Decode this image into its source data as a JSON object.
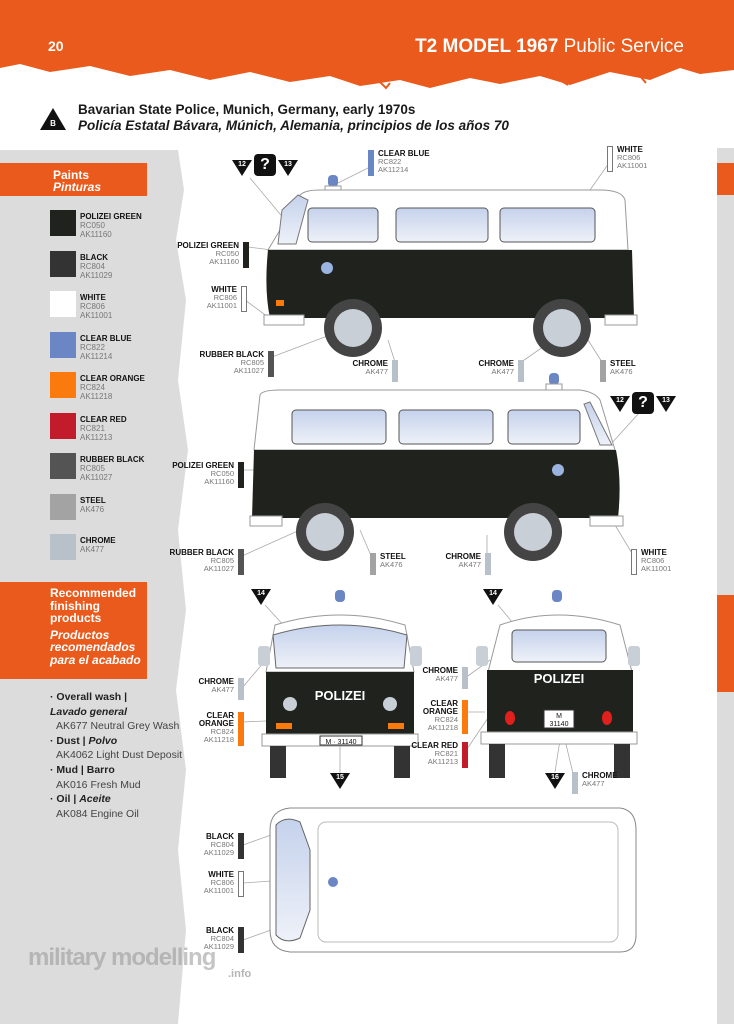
{
  "header": {
    "page_number": "20",
    "title_bold": "T2 MODEL 1967",
    "title_light": "Public Service",
    "accent": "#e95a1c"
  },
  "scheme": {
    "badge": "B",
    "title_en": "Bavarian State Police, Munich, Germany, early 1970s",
    "title_es": "Policía Estatal Bávara, Múnich, Alemania, principios de los años 70"
  },
  "paints": {
    "heading_en": "Paints",
    "heading_es": "Pinturas",
    "items": [
      {
        "name": "POLIZEI GREEN",
        "codes": [
          "RC050",
          "AK11160"
        ],
        "color": "#20231d"
      },
      {
        "name": "BLACK",
        "codes": [
          "RC804",
          "AK11029"
        ],
        "color": "#333333"
      },
      {
        "name": "WHITE",
        "codes": [
          "RC806",
          "AK11001"
        ],
        "color": "#ffffff"
      },
      {
        "name": "CLEAR BLUE",
        "codes": [
          "RC822",
          "AK11214"
        ],
        "color": "#6b86c4"
      },
      {
        "name": "CLEAR ORANGE",
        "codes": [
          "RC824",
          "AK11218"
        ],
        "color": "#fb7a0e"
      },
      {
        "name": "CLEAR RED",
        "codes": [
          "RC821",
          "AK11213"
        ],
        "color": "#c21b2c"
      },
      {
        "name": "RUBBER BLACK",
        "codes": [
          "RC805",
          "AK11027"
        ],
        "color": "#545454"
      },
      {
        "name": "STEEL",
        "codes": [
          "AK476"
        ],
        "color": "#a3a3a3"
      },
      {
        "name": "CHROME",
        "codes": [
          "AK477"
        ],
        "color": "#b8c1c9"
      }
    ]
  },
  "finishing": {
    "heading_en": [
      "Recommended",
      "finishing",
      "products"
    ],
    "heading_es": [
      "Productos",
      "recomendados",
      "para el acabado"
    ],
    "items": [
      {
        "label": "· Overall wash | ",
        "label_es": "Lavado general",
        "product": "AK677 Neutral Grey Wash"
      },
      {
        "label": "· Dust | ",
        "label_es": "Polvo",
        "product": "AK4062 Light Dust Deposit"
      },
      {
        "label": "· Mud | Barro",
        "label_es": "",
        "product": "AK016 Fresh Mud"
      },
      {
        "label": "· Oil | ",
        "label_es": "Aceite",
        "product": "AK084 Engine Oil"
      }
    ]
  },
  "callouts": [
    {
      "name": "CLEAR BLUE",
      "codes": [
        "RC822",
        "AK11214"
      ],
      "color": "#6b86c4"
    },
    {
      "name": "WHITE",
      "codes": [
        "RC806",
        "AK11001"
      ],
      "color": "#ffffff"
    },
    {
      "name": "POLIZEI GREEN",
      "codes": [
        "RC050",
        "AK11160"
      ],
      "color": "#20231d"
    },
    {
      "name": "WHITE",
      "codes": [
        "RC806",
        "AK11001"
      ],
      "color": "#ffffff"
    },
    {
      "name": "RUBBER BLACK",
      "codes": [
        "RC805",
        "AK11027"
      ],
      "color": "#545454"
    },
    {
      "name": "CHROME",
      "codes": [
        "AK477"
      ],
      "color": "#b8c1c9"
    },
    {
      "name": "CHROME",
      "codes": [
        "AK477"
      ],
      "color": "#b8c1c9"
    },
    {
      "name": "STEEL",
      "codes": [
        "AK476"
      ],
      "color": "#a3a3a3"
    },
    {
      "name": "POLIZEI GREEN",
      "codes": [
        "RC050",
        "AK11160"
      ],
      "color": "#20231d"
    },
    {
      "name": "RUBBER BLACK",
      "codes": [
        "RC805",
        "AK11027"
      ],
      "color": "#545454"
    },
    {
      "name": "STEEL",
      "codes": [
        "AK476"
      ],
      "color": "#a3a3a3"
    },
    {
      "name": "CHROME",
      "codes": [
        "AK477"
      ],
      "color": "#b8c1c9"
    },
    {
      "name": "WHITE",
      "codes": [
        "RC806",
        "AK11001"
      ],
      "color": "#ffffff"
    },
    {
      "name": "CHROME",
      "codes": [
        "AK477"
      ],
      "color": "#b8c1c9"
    },
    {
      "name": "CLEAR ORANGE",
      "codes": [
        "RC824",
        "AK11218"
      ],
      "color": "#fb7a0e"
    },
    {
      "name": "CHROME",
      "codes": [
        "AK477"
      ],
      "color": "#b8c1c9"
    },
    {
      "name": "CLEAR ORANGE",
      "codes": [
        "RC824",
        "AK11218"
      ],
      "color": "#fb7a0e"
    },
    {
      "name": "CLEAR RED",
      "codes": [
        "RC821",
        "AK11213"
      ],
      "color": "#c21b2c"
    },
    {
      "name": "CHROME",
      "codes": [
        "AK477"
      ],
      "color": "#b8c1c9"
    },
    {
      "name": "BLACK",
      "codes": [
        "RC804",
        "AK11029"
      ],
      "color": "#333333"
    },
    {
      "name": "WHITE",
      "codes": [
        "RC806",
        "AK11001"
      ],
      "color": "#ffffff"
    },
    {
      "name": "BLACK",
      "codes": [
        "RC804",
        "AK11029"
      ],
      "color": "#333333"
    }
  ],
  "markers": [
    "12",
    "?",
    "13",
    "12",
    "?",
    "13",
    "14",
    "15",
    "14",
    "16"
  ],
  "vehicle": {
    "door_text": "POLIZEI",
    "plate_front": "M · 31140",
    "plate_rear_1": "M",
    "plate_rear_2": "31140"
  },
  "watermark": {
    "text": "military modelling",
    "suffix": ".info"
  }
}
